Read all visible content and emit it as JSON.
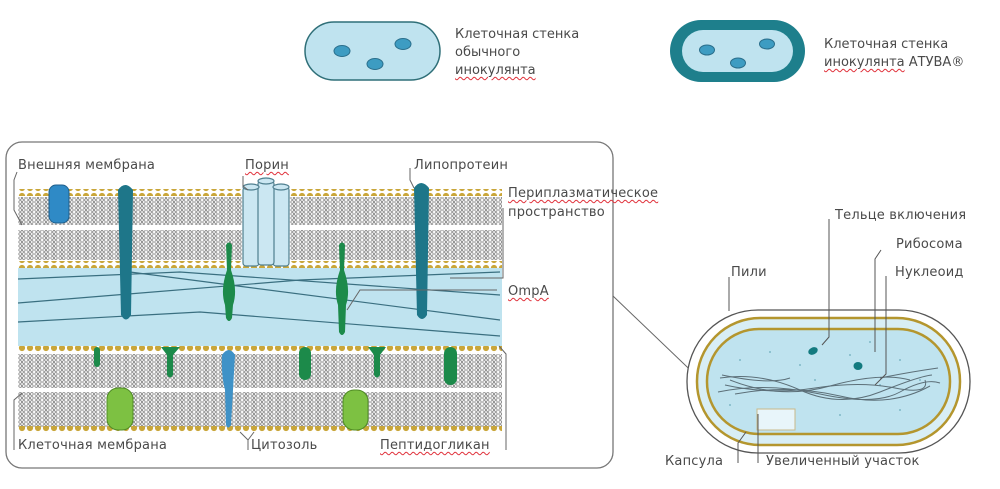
{
  "legend": {
    "regular": {
      "line1": "Клеточная стенка",
      "line2": "обычного",
      "line3": "инокулянта"
    },
    "atuva": {
      "line1": "Клеточная стенка",
      "line2a": "инокулянта",
      "line2b": " АТУВА®"
    }
  },
  "membrane_panel": {
    "outer_membrane": "Внешняя  мембрана",
    "porin": "Порин",
    "lipoprotein": "Липопротеин",
    "periplasm_line1": "Периплазматическое",
    "periplasm_line2": "пространство",
    "ompa": "OmpA",
    "cell_membrane": "Клеточная  мембрана",
    "cytosol": "Цитозоль",
    "peptidoglycan": "Пептидогликан"
  },
  "cell_panel": {
    "inclusion_body": "Тельце включения",
    "ribosome": "Рибосома",
    "pili": "Пили",
    "nucleoid": "Нуклеоид",
    "capsule": "Капсула",
    "enlarged_area": "Увеличенный участок"
  },
  "colors": {
    "cytoplasm": "#bfe3ef",
    "cell_border": "#2f6f78",
    "atuva_wall": "#1e7f8c",
    "dot": "#3d9cc2",
    "lipid_head": "#c9a63a",
    "lipid_tail": "#8c8c8c",
    "periplasm": "#bfe3ef",
    "teal_protein": "#1e7689",
    "green_protein": "#1c8a4a",
    "lime_protein": "#7dc142",
    "blue_protein": "#3f92c7",
    "porin": "#cbe7f2",
    "wall_gold": "#b4962e"
  }
}
